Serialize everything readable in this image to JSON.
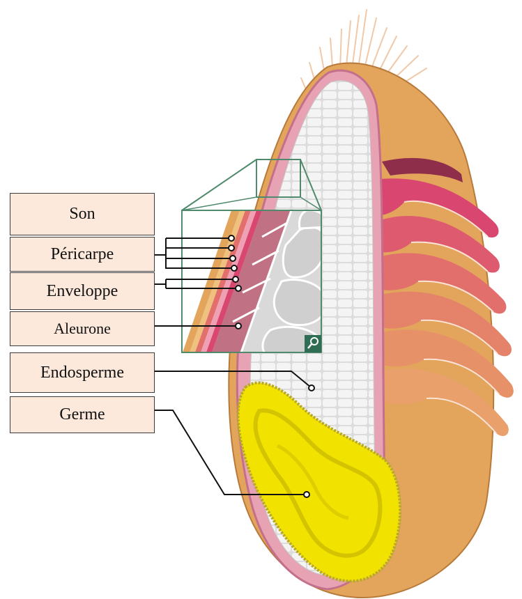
{
  "labels": {
    "son": "Son",
    "pericarpe": "Péricarpe",
    "enveloppe": "Enveloppe",
    "aleurone": "Aleurone",
    "endosperme": "Endosperme",
    "germe": "Germe"
  },
  "icons": {
    "zoom": "magnifier-icon"
  },
  "colors": {
    "label_fill": "#fce9dc",
    "label_border": "#3a3a3a",
    "bran_orange": "#e2a25a",
    "bran_pink": "#d9567a",
    "endosperm": "#e6e6e6",
    "germ": "#f2e200",
    "inset_frame": "#4f8a6c"
  }
}
